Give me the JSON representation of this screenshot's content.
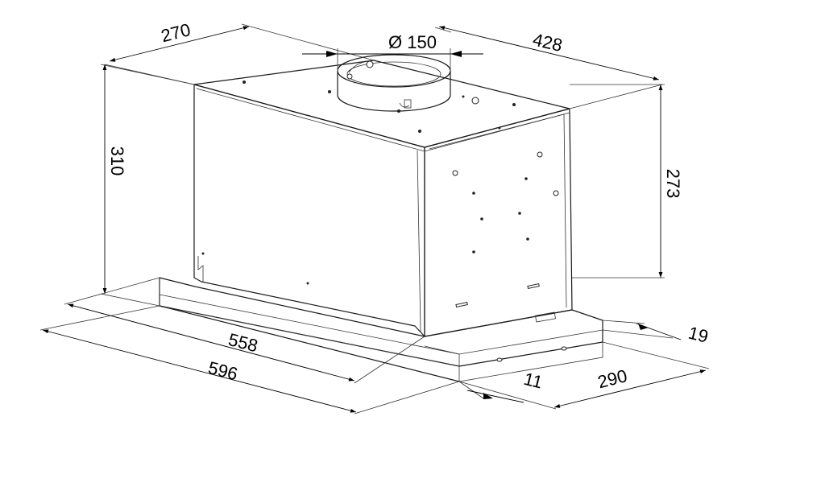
{
  "dimensions": {
    "depth_top": "270",
    "duct_diameter": "Ø 150",
    "width_top": "428",
    "height_total": "310",
    "height_body": "273",
    "inner_width": "558",
    "outer_width": "596",
    "front_lip": "19",
    "base_offset": "11",
    "base_depth": "290"
  },
  "colors": {
    "line": "#1a1a1a",
    "background": "#ffffff"
  }
}
